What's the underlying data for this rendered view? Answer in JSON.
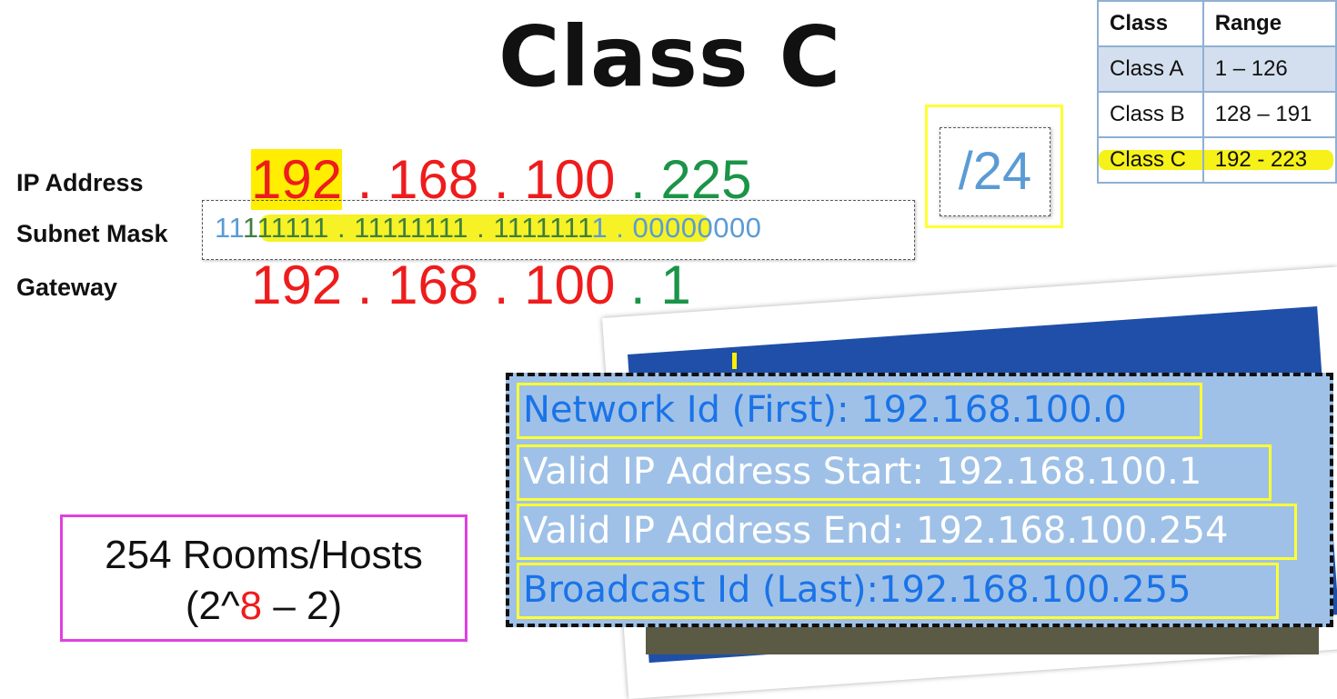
{
  "title": "Class C",
  "labels": {
    "ip": "IP Address",
    "mask": "Subnet Mask",
    "gateway": "Gateway"
  },
  "ip_address": [
    "192",
    "168",
    "100",
    "225"
  ],
  "subnet_mask": {
    "prefix_plain": "11",
    "highlighted": "111111 . 11111111 . 1111111",
    "suffix_plain": "1 . 00000000"
  },
  "gateway": [
    "192",
    "168",
    "100",
    "1"
  ],
  "cidr": "/24",
  "class_table": {
    "headers": [
      "Class",
      "Range"
    ],
    "rows": [
      [
        "Class A",
        "1 – 126"
      ],
      [
        "Class B",
        "128 – 191"
      ],
      [
        "Class C",
        "192 - 223"
      ]
    ]
  },
  "info": {
    "network_id": "Network Id (First): 192.168.100.0",
    "valid_start": "Valid IP Address Start: 192.168.100.1",
    "valid_end": "Valid IP Address End: 192.168.100.254",
    "broadcast": "Broadcast Id (Last):192.168.100.255"
  },
  "hosts": {
    "line1": "254 Rooms/Hosts",
    "formula_open": "(2^",
    "formula_exp": "8",
    "formula_close": " – 2)"
  },
  "colors": {
    "network_red": "#ee1c1c",
    "host_green": "#1b9447",
    "mask_blue": "#5b9bd5",
    "highlight_yellow": "#ffee00",
    "panel_blue": "#9fc1e7"
  }
}
